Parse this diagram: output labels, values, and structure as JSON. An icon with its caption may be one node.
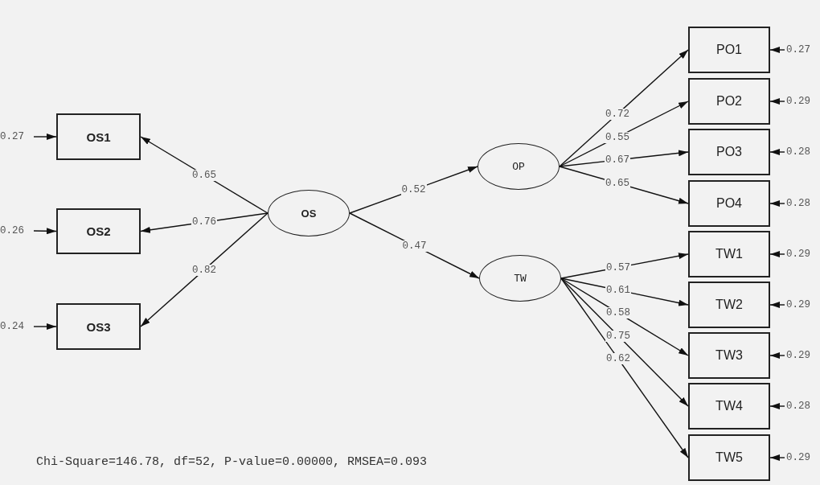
{
  "diagram": {
    "nodes": [
      {
        "text": [
          "OS1"
        ]
      },
      {
        "text": [
          "OS2"
        ]
      },
      {
        "text": [
          "OS3"
        ]
      },
      {
        "text": [
          "OS"
        ]
      },
      {
        "text": [
          "OP"
        ]
      },
      {
        "text": [
          "TW"
        ]
      },
      {
        "text": [
          "PO1"
        ]
      },
      {
        "text": [
          "PO2"
        ]
      },
      {
        "text": [
          "PO3"
        ]
      },
      {
        "text": [
          "PO4"
        ]
      },
      {
        "text": [
          "TW1"
        ]
      },
      {
        "text": [
          "TW2"
        ]
      },
      {
        "text": [
          "TW3"
        ]
      },
      {
        "text": [
          "TW4"
        ]
      },
      {
        "text": [
          "TW5"
        ]
      },
      {
        "text": [
          "0.27"
        ]
      },
      {
        "text": [
          "0.26"
        ]
      },
      {
        "text": [
          "0.24"
        ]
      },
      {
        "text": [
          "0.27"
        ]
      },
      {
        "text": [
          "0.29"
        ]
      },
      {
        "text": [
          "0.28"
        ]
      },
      {
        "text": [
          "0.28"
        ]
      },
      {
        "text": [
          "0.29"
        ]
      },
      {
        "text": [
          "0.29"
        ]
      },
      {
        "text": [
          "0.29"
        ]
      },
      {
        "text": [
          "0.28"
        ]
      },
      {
        "text": [
          "0.29"
        ]
      }
    ],
    "edges": [
      {
        "from": 3,
        "to": 0,
        "arrow": "to",
        "label": "0.65"
      },
      {
        "from": 3,
        "to": 1,
        "arrow": "to",
        "label": "0.76"
      },
      {
        "from": 3,
        "to": 2,
        "arrow": "to",
        "label": "0.82"
      },
      {
        "from": 3,
        "to": 4,
        "arrow": "to",
        "label": "0.52"
      },
      {
        "from": 3,
        "to": 5,
        "arrow": "to",
        "label": "0.47"
      },
      {
        "from": 4,
        "to": 6,
        "arrow": "to",
        "label": "0.72"
      },
      {
        "from": 4,
        "to": 7,
        "arrow": "to",
        "label": "0.55"
      },
      {
        "from": 4,
        "to": 8,
        "arrow": "to",
        "label": "0.67"
      },
      {
        "from": 4,
        "to": 9,
        "arrow": "to",
        "label": "0.65"
      },
      {
        "from": 5,
        "to": 10,
        "arrow": "to",
        "label": "0.57"
      },
      {
        "from": 5,
        "to": 11,
        "arrow": "to",
        "label": "0.61"
      },
      {
        "from": 5,
        "to": 12,
        "arrow": "to",
        "label": "0.58"
      },
      {
        "from": 5,
        "to": 13,
        "arrow": "to",
        "label": "0.75"
      },
      {
        "from": 5,
        "to": 14,
        "arrow": "to",
        "label": "0.62"
      },
      {
        "from": 15,
        "to": 0,
        "arrow": "to"
      },
      {
        "from": 16,
        "to": 1,
        "arrow": "to"
      },
      {
        "from": 17,
        "to": 2,
        "arrow": "to"
      },
      {
        "from": 18,
        "to": 6,
        "arrow": "to"
      },
      {
        "from": 19,
        "to": 7,
        "arrow": "to"
      },
      {
        "from": 20,
        "to": 8,
        "arrow": "to"
      },
      {
        "from": 21,
        "to": 9,
        "arrow": "to"
      },
      {
        "from": 22,
        "to": 10,
        "arrow": "to"
      },
      {
        "from": 23,
        "to": 11,
        "arrow": "to"
      },
      {
        "from": 24,
        "to": 12,
        "arrow": "to"
      },
      {
        "from": 25,
        "to": 13,
        "arrow": "to"
      },
      {
        "from": 26,
        "to": 14,
        "arrow": "to"
      }
    ],
    "labels": [
      "Chi-Square=146.78, df=52, P-value=0.00000, RMSEA=0.093"
    ]
  }
}
